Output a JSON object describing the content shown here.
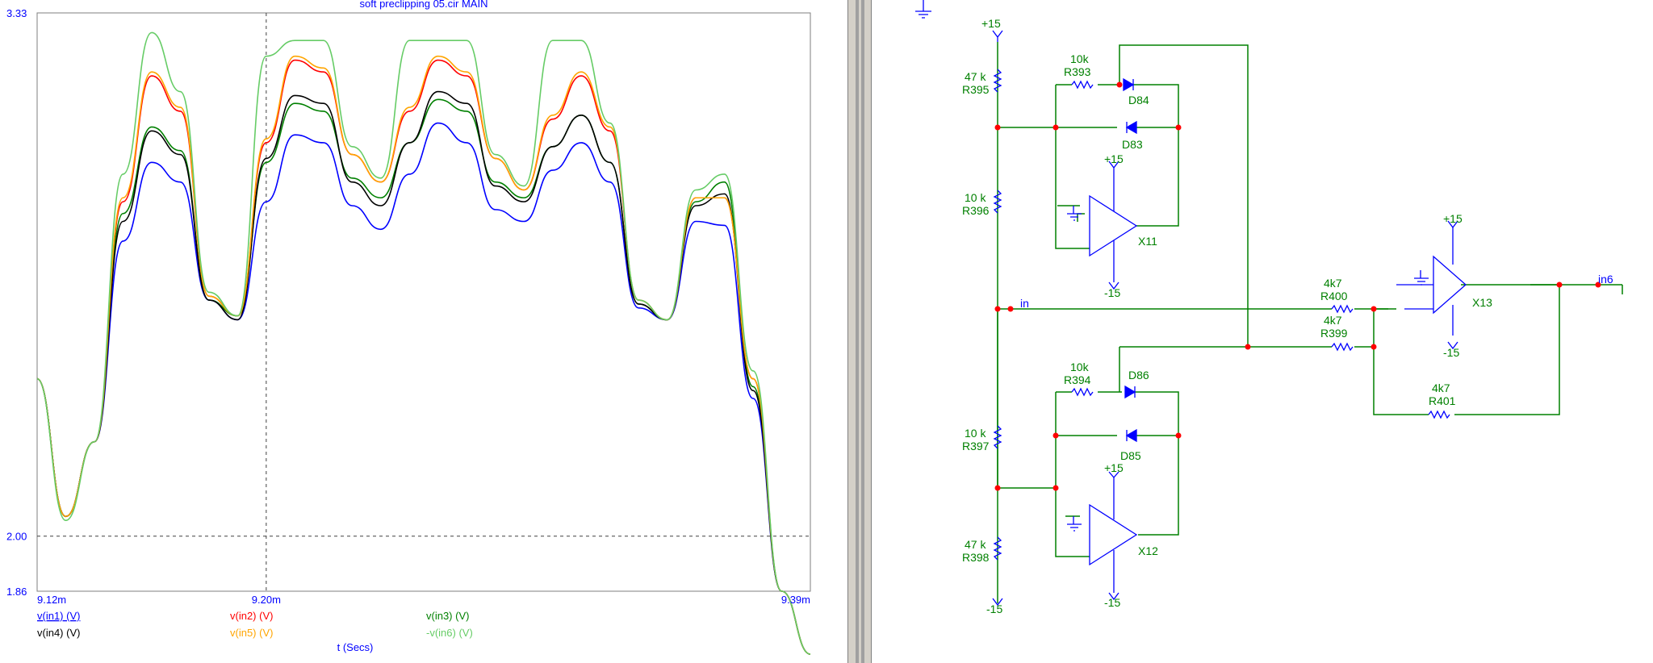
{
  "plot": {
    "title": "soft preclipping 05.cir MAIN",
    "y_ticks": [
      {
        "label": "3.33",
        "value": 3.33
      },
      {
        "label": "2.00",
        "value": 2.0
      },
      {
        "label": "1.86",
        "value": 1.86
      }
    ],
    "x_ticks": [
      {
        "label": "9.12m",
        "value": 9.12
      },
      {
        "label": "9.20m",
        "value": 9.2
      },
      {
        "label": "9.39m",
        "value": 9.39
      }
    ],
    "xlabel": "t (Secs)",
    "colors": {
      "frame": "#7f7f7f",
      "axis_text": "#0000ff",
      "grid": "#404040"
    }
  },
  "chart_data": {
    "type": "line",
    "xlabel": "t (Secs)",
    "xlim": [
      9.12,
      9.39
    ],
    "ylim": [
      1.86,
      3.33
    ],
    "grid": "dashed cursor lines at x=9.20m and y=2.00",
    "legend_placement": "bottom",
    "series": [
      {
        "name": "v(in1) (V)",
        "color": "#0000ff",
        "x": [
          9.12,
          9.13,
          9.14,
          9.15,
          9.16,
          9.17,
          9.18,
          9.19,
          9.2,
          9.21,
          9.22,
          9.23,
          9.24,
          9.25,
          9.26,
          9.27,
          9.28,
          9.29,
          9.3,
          9.31,
          9.32,
          9.33,
          9.34,
          9.35,
          9.36,
          9.37,
          9.38,
          9.39
        ],
        "y": [
          2.4,
          2.05,
          2.24,
          2.75,
          2.95,
          2.9,
          2.6,
          2.55,
          2.85,
          3.02,
          3.0,
          2.84,
          2.78,
          2.92,
          3.05,
          3.0,
          2.83,
          2.8,
          2.93,
          3.0,
          2.9,
          2.58,
          2.55,
          2.8,
          2.79,
          2.35,
          1.86,
          1.7
        ]
      },
      {
        "name": "v(in2) (V)",
        "color": "#ff0000",
        "x": [
          9.12,
          9.13,
          9.14,
          9.15,
          9.16,
          9.17,
          9.18,
          9.19,
          9.2,
          9.21,
          9.22,
          9.23,
          9.24,
          9.25,
          9.26,
          9.27,
          9.28,
          9.29,
          9.3,
          9.31,
          9.32,
          9.33,
          9.34,
          9.35,
          9.36,
          9.37,
          9.38,
          9.39
        ],
        "y": [
          2.4,
          2.05,
          2.24,
          2.85,
          3.17,
          3.08,
          2.61,
          2.56,
          3.0,
          3.21,
          3.18,
          2.97,
          2.9,
          3.08,
          3.21,
          3.17,
          2.96,
          2.88,
          3.06,
          3.17,
          3.03,
          2.6,
          2.55,
          2.86,
          2.86,
          2.4,
          1.86,
          1.7
        ]
      },
      {
        "name": "v(in3) (V)",
        "color": "#008000",
        "x": [
          9.12,
          9.13,
          9.14,
          9.15,
          9.16,
          9.17,
          9.18,
          9.19,
          9.2,
          9.21,
          9.22,
          9.23,
          9.24,
          9.25,
          9.26,
          9.27,
          9.28,
          9.29,
          9.3,
          9.31,
          9.32,
          9.33,
          9.34,
          9.35,
          9.36,
          9.37,
          9.38,
          9.39
        ],
        "y": [
          2.4,
          2.05,
          2.24,
          2.82,
          3.04,
          2.98,
          2.6,
          2.56,
          2.95,
          3.1,
          3.08,
          2.91,
          2.86,
          3.0,
          3.11,
          3.08,
          2.9,
          2.86,
          2.99,
          3.07,
          2.95,
          2.59,
          2.55,
          2.85,
          2.9,
          2.38,
          1.86,
          1.7
        ]
      },
      {
        "name": "v(in4) (V)",
        "color": "#000000",
        "x": [
          9.12,
          9.13,
          9.14,
          9.15,
          9.16,
          9.17,
          9.18,
          9.19,
          9.2,
          9.21,
          9.22,
          9.23,
          9.24,
          9.25,
          9.26,
          9.27,
          9.28,
          9.29,
          9.3,
          9.31,
          9.32,
          9.33,
          9.34,
          9.35,
          9.36,
          9.37,
          9.38,
          9.39
        ],
        "y": [
          2.4,
          2.05,
          2.24,
          2.8,
          3.03,
          2.97,
          2.6,
          2.55,
          2.96,
          3.12,
          3.1,
          2.9,
          2.84,
          3.0,
          3.13,
          3.1,
          2.89,
          2.85,
          2.99,
          3.07,
          2.95,
          2.59,
          2.55,
          2.84,
          2.87,
          2.37,
          1.86,
          1.7
        ]
      },
      {
        "name": "v(in5) (V)",
        "color": "#ffa500",
        "x": [
          9.12,
          9.13,
          9.14,
          9.15,
          9.16,
          9.17,
          9.18,
          9.19,
          9.2,
          9.21,
          9.22,
          9.23,
          9.24,
          9.25,
          9.26,
          9.27,
          9.28,
          9.29,
          9.3,
          9.31,
          9.32,
          9.33,
          9.34,
          9.35,
          9.36,
          9.37,
          9.38,
          9.39
        ],
        "y": [
          2.4,
          2.05,
          2.24,
          2.86,
          3.18,
          3.09,
          2.61,
          2.56,
          3.01,
          3.22,
          3.19,
          2.97,
          2.9,
          3.09,
          3.22,
          3.18,
          2.96,
          2.88,
          3.07,
          3.18,
          3.04,
          2.6,
          2.55,
          2.86,
          2.86,
          2.4,
          1.86,
          1.7
        ]
      },
      {
        "name": "-v(in6) (V)",
        "color": "#66cc66",
        "x": [
          9.12,
          9.13,
          9.14,
          9.15,
          9.16,
          9.17,
          9.18,
          9.19,
          9.2,
          9.21,
          9.22,
          9.23,
          9.24,
          9.25,
          9.26,
          9.27,
          9.28,
          9.29,
          9.3,
          9.31,
          9.32,
          9.33,
          9.34,
          9.35,
          9.36,
          9.37,
          9.38,
          9.39
        ],
        "y": [
          2.4,
          2.04,
          2.24,
          2.92,
          3.28,
          3.13,
          2.62,
          2.56,
          3.22,
          3.26,
          3.26,
          2.99,
          2.91,
          3.26,
          3.26,
          3.26,
          2.97,
          2.89,
          3.26,
          3.26,
          3.05,
          2.6,
          2.55,
          2.88,
          2.92,
          2.42,
          1.86,
          1.7
        ]
      }
    ]
  },
  "legend": [
    {
      "label": "v(in1) (V)",
      "color": "#0000ff",
      "underline": true
    },
    {
      "label": "v(in2) (V)",
      "color": "#ff0000",
      "underline": false
    },
    {
      "label": "v(in3) (V)",
      "color": "#008000",
      "underline": false
    },
    {
      "label": "v(in4) (V)",
      "color": "#000000",
      "underline": false
    },
    {
      "label": "v(in5) (V)",
      "color": "#ffa500",
      "underline": false
    },
    {
      "label": "-v(in6) (V)",
      "color": "#66cc66",
      "underline": false
    }
  ],
  "schematic": {
    "colors": {
      "wire": "#008000",
      "component": "#0000ff",
      "label": "#008000",
      "node": "#ff0000"
    },
    "supply_pos": "+15",
    "supply_neg": "-15",
    "resistors": [
      {
        "ref": "R393",
        "value": "10k"
      },
      {
        "ref": "R394",
        "value": "10k"
      },
      {
        "ref": "R395",
        "value": "47 k"
      },
      {
        "ref": "R396",
        "value": "10 k"
      },
      {
        "ref": "R397",
        "value": "10 k"
      },
      {
        "ref": "R398",
        "value": "47 k"
      },
      {
        "ref": "R399",
        "value": "4k7"
      },
      {
        "ref": "R400",
        "value": "4k7"
      },
      {
        "ref": "R401",
        "value": "4k7"
      }
    ],
    "diodes": [
      "D83",
      "D84",
      "D85",
      "D86"
    ],
    "opamps": [
      "X11",
      "X12",
      "X13"
    ],
    "net_labels": {
      "input": "in",
      "output": "in6"
    }
  }
}
